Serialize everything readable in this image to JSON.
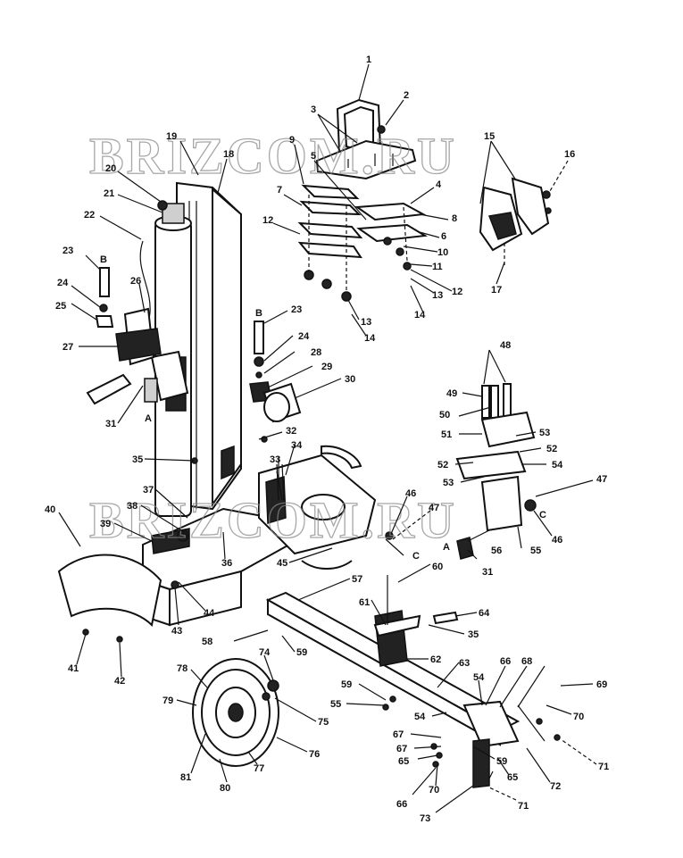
{
  "watermarks": [
    "BRIZCOM.RU",
    "BRIZCOM.RU"
  ],
  "callouts": [
    {
      "id": "c1",
      "text": "1"
    },
    {
      "id": "c2",
      "text": "2"
    },
    {
      "id": "c3",
      "text": "3"
    },
    {
      "id": "c9",
      "text": "9"
    },
    {
      "id": "c5",
      "text": "5"
    },
    {
      "id": "c4",
      "text": "4"
    },
    {
      "id": "c7",
      "text": "7"
    },
    {
      "id": "c12a",
      "text": "12"
    },
    {
      "id": "c8",
      "text": "8"
    },
    {
      "id": "c6",
      "text": "6"
    },
    {
      "id": "c10",
      "text": "10"
    },
    {
      "id": "c11",
      "text": "11"
    },
    {
      "id": "c12b",
      "text": "12"
    },
    {
      "id": "c13a",
      "text": "13"
    },
    {
      "id": "c14a",
      "text": "14"
    },
    {
      "id": "c13b",
      "text": "13"
    },
    {
      "id": "c14b",
      "text": "14"
    },
    {
      "id": "c15",
      "text": "15"
    },
    {
      "id": "c16",
      "text": "16"
    },
    {
      "id": "c17",
      "text": "17"
    },
    {
      "id": "c19",
      "text": "19"
    },
    {
      "id": "c18",
      "text": "18"
    },
    {
      "id": "c20",
      "text": "20"
    },
    {
      "id": "c21",
      "text": "21"
    },
    {
      "id": "c22",
      "text": "22"
    },
    {
      "id": "c23a",
      "text": "23"
    },
    {
      "id": "cBa",
      "text": "B"
    },
    {
      "id": "c24a",
      "text": "24"
    },
    {
      "id": "c25",
      "text": "25"
    },
    {
      "id": "c26",
      "text": "26"
    },
    {
      "id": "c27",
      "text": "27"
    },
    {
      "id": "c31a",
      "text": "31"
    },
    {
      "id": "cAa",
      "text": "A"
    },
    {
      "id": "cBb",
      "text": "B"
    },
    {
      "id": "c23b",
      "text": "23"
    },
    {
      "id": "c24b",
      "text": "24"
    },
    {
      "id": "c28",
      "text": "28"
    },
    {
      "id": "c29",
      "text": "29"
    },
    {
      "id": "c30",
      "text": "30"
    },
    {
      "id": "c32",
      "text": "32"
    },
    {
      "id": "c34",
      "text": "34"
    },
    {
      "id": "c33",
      "text": "33"
    },
    {
      "id": "c35",
      "text": "35"
    },
    {
      "id": "c37",
      "text": "37"
    },
    {
      "id": "c38",
      "text": "38"
    },
    {
      "id": "c39",
      "text": "39"
    },
    {
      "id": "c36",
      "text": "36"
    },
    {
      "id": "c40",
      "text": "40"
    },
    {
      "id": "c43",
      "text": "43"
    },
    {
      "id": "c44",
      "text": "44"
    },
    {
      "id": "c41",
      "text": "41"
    },
    {
      "id": "c42",
      "text": "42"
    },
    {
      "id": "c46a",
      "text": "46"
    },
    {
      "id": "c47a",
      "text": "47"
    },
    {
      "id": "cCa",
      "text": "C"
    },
    {
      "id": "c45",
      "text": "45"
    },
    {
      "id": "c48",
      "text": "48"
    },
    {
      "id": "c49",
      "text": "49"
    },
    {
      "id": "c50",
      "text": "50"
    },
    {
      "id": "c51",
      "text": "51"
    },
    {
      "id": "c53a",
      "text": "53"
    },
    {
      "id": "c52a",
      "text": "52"
    },
    {
      "id": "c52b",
      "text": "52"
    },
    {
      "id": "c54a",
      "text": "54"
    },
    {
      "id": "c53b",
      "text": "53"
    },
    {
      "id": "c47b",
      "text": "47"
    },
    {
      "id": "cCb",
      "text": "C"
    },
    {
      "id": "c46b",
      "text": "46"
    },
    {
      "id": "c56",
      "text": "56"
    },
    {
      "id": "c55a",
      "text": "55"
    },
    {
      "id": "cAb",
      "text": "A"
    },
    {
      "id": "c31b",
      "text": "31"
    },
    {
      "id": "c60",
      "text": "60"
    },
    {
      "id": "c57",
      "text": "57"
    },
    {
      "id": "c61",
      "text": "61"
    },
    {
      "id": "c64",
      "text": "64"
    },
    {
      "id": "c35b",
      "text": "35"
    },
    {
      "id": "c58",
      "text": "58"
    },
    {
      "id": "c59a",
      "text": "59"
    },
    {
      "id": "c62",
      "text": "62"
    },
    {
      "id": "c63",
      "text": "63"
    },
    {
      "id": "c74",
      "text": "74"
    },
    {
      "id": "c78",
      "text": "78"
    },
    {
      "id": "c79",
      "text": "79"
    },
    {
      "id": "c75",
      "text": "75"
    },
    {
      "id": "c59b",
      "text": "59"
    },
    {
      "id": "c55b",
      "text": "55"
    },
    {
      "id": "c54b",
      "text": "54"
    },
    {
      "id": "c66",
      "text": "66"
    },
    {
      "id": "c68",
      "text": "68"
    },
    {
      "id": "c69",
      "text": "69"
    },
    {
      "id": "c70a",
      "text": "70"
    },
    {
      "id": "c54c",
      "text": "54"
    },
    {
      "id": "c67a",
      "text": "67"
    },
    {
      "id": "c67b",
      "text": "67"
    },
    {
      "id": "c65a",
      "text": "65"
    },
    {
      "id": "c59c",
      "text": "59"
    },
    {
      "id": "c71a",
      "text": "71"
    },
    {
      "id": "c76",
      "text": "76"
    },
    {
      "id": "c81",
      "text": "81"
    },
    {
      "id": "c77",
      "text": "77"
    },
    {
      "id": "c80",
      "text": "80"
    },
    {
      "id": "c70b",
      "text": "70"
    },
    {
      "id": "c65b",
      "text": "65"
    },
    {
      "id": "c72",
      "text": "72"
    },
    {
      "id": "c66b",
      "text": "66"
    },
    {
      "id": "c73",
      "text": "73"
    },
    {
      "id": "c71b",
      "text": "71"
    }
  ]
}
